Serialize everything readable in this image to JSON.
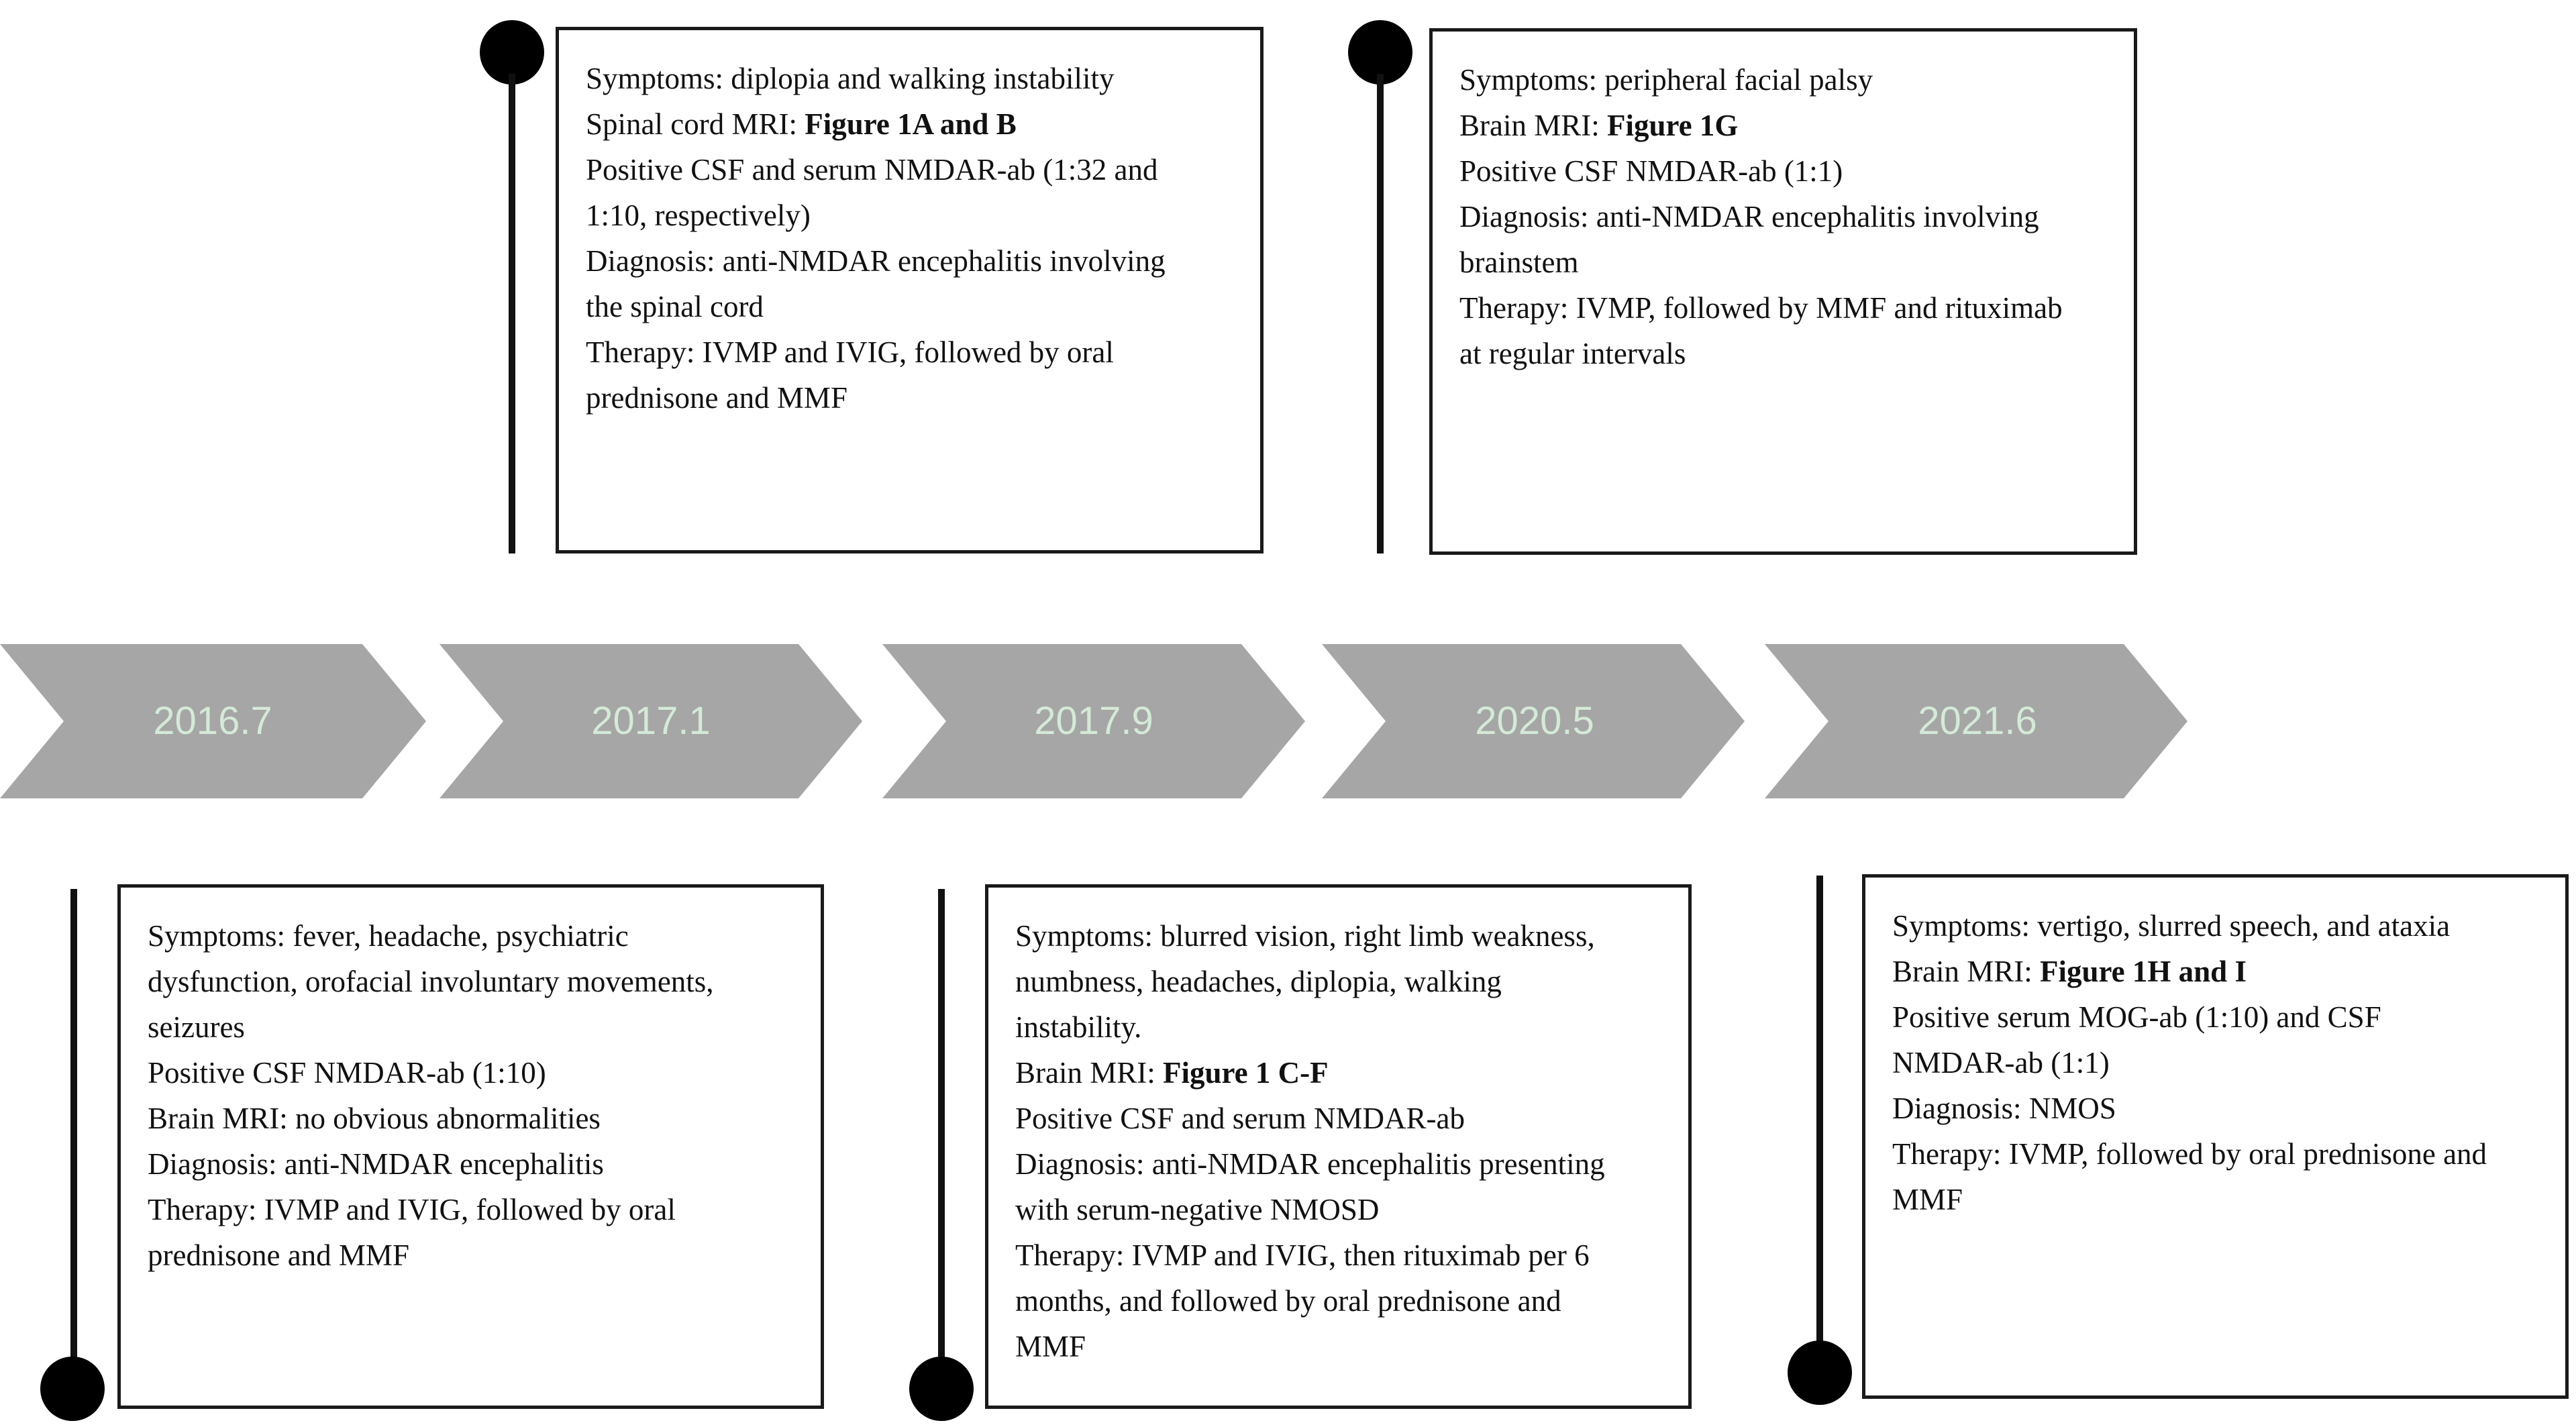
{
  "timeline": [
    {
      "label": "2016.7"
    },
    {
      "label": "2017.1"
    },
    {
      "label": "2017.9"
    },
    {
      "label": "2020.5"
    },
    {
      "label": "2021.6"
    }
  ],
  "events": {
    "e2016_7": {
      "l1": "Symptoms: fever, headache, psychiatric",
      "l2": "dysfunction, orofacial involuntary movements,",
      "l3": "seizures",
      "l4": "Positive CSF NMDAR-ab (1:10)",
      "l5": "Brain MRI: no obvious abnormalities",
      "l6": "Diagnosis: anti-NMDAR encephalitis",
      "l7": "Therapy: IVMP and IVIG, followed by oral",
      "l8": "prednisone and MMF"
    },
    "e2017_1": {
      "l1": "Symptoms: diplopia and walking instability",
      "l2_prefix": "Spinal cord MRI: ",
      "l2_bold": "Figure 1A and B",
      "l3": "Positive CSF and serum NMDAR-ab (1:32 and",
      "l4": "1:10, respectively)",
      "l5": "Diagnosis: anti-NMDAR encephalitis involving",
      "l6": "the spinal cord",
      "l7": "Therapy: IVMP and IVIG, followed by oral",
      "l8": "prednisone and MMF"
    },
    "e2017_9": {
      "l1": "Symptoms: blurred vision, right limb weakness,",
      "l2": "numbness, headaches, diplopia, walking",
      "l3": "instability.",
      "l4_prefix": "Brain MRI: ",
      "l4_bold": "Figure 1 C-F",
      "l5": "Positive CSF and serum NMDAR-ab",
      "l6": "Diagnosis: anti-NMDAR encephalitis presenting",
      "l7": "with serum-negative NMOSD",
      "l8": "Therapy: IVMP and IVIG, then rituximab per 6",
      "l9": "months, and followed by oral prednisone and",
      "l10": "MMF"
    },
    "e2020_5": {
      "l1": "Symptoms: peripheral facial palsy",
      "l2_prefix": "Brain MRI: ",
      "l2_bold": "Figure 1G",
      "l3": "Positive CSF NMDAR-ab (1:1)",
      "l4": "Diagnosis: anti-NMDAR encephalitis involving",
      "l5": "brainstem",
      "l6": "Therapy: IVMP, followed by MMF and rituximab",
      "l7": "at regular intervals"
    },
    "e2021_6": {
      "l1": "Symptoms: vertigo, slurred speech, and ataxia",
      "l2_prefix": "Brain MRI: ",
      "l2_bold": "Figure 1H and I",
      "l3": "Positive serum MOG-ab (1:10) and CSF",
      "l4": "NMDAR-ab (1:1)",
      "l5": "Diagnosis: NMOS",
      "l6": "Therapy: IVMP, followed by oral prednisone and",
      "l7": "MMF"
    }
  },
  "colors": {
    "arrow_fill": "#a6a6a6",
    "arrow_text": "#d3ead7",
    "box_border": "#1a1a1a",
    "marker": "#000000"
  }
}
